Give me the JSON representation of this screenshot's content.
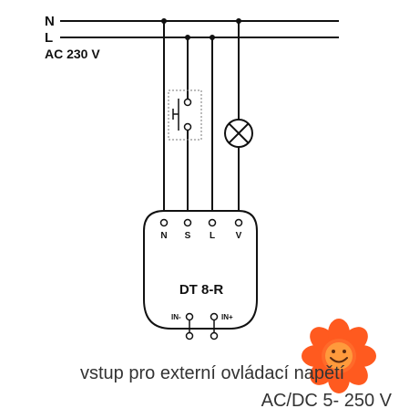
{
  "diagram": {
    "buses": [
      {
        "id": "N",
        "label": "N"
      },
      {
        "id": "L",
        "label": "L"
      }
    ],
    "supply_label": "AC 230 V",
    "device": {
      "model": "DT 8-R",
      "terminals": [
        "N",
        "S",
        "L",
        "V"
      ],
      "inputs": [
        "IN-",
        "IN+"
      ]
    },
    "components": {
      "push_button": "push-button-switch-icon",
      "lamp": "lamp-icon"
    },
    "caption": {
      "line1": "vstup pro externí ovládací napětí",
      "line2": "AC/DC 5- 250 V"
    },
    "colors": {
      "wire": "#111111",
      "sticker": "#ff5a1f",
      "sticker_center": "#ffb347"
    }
  }
}
